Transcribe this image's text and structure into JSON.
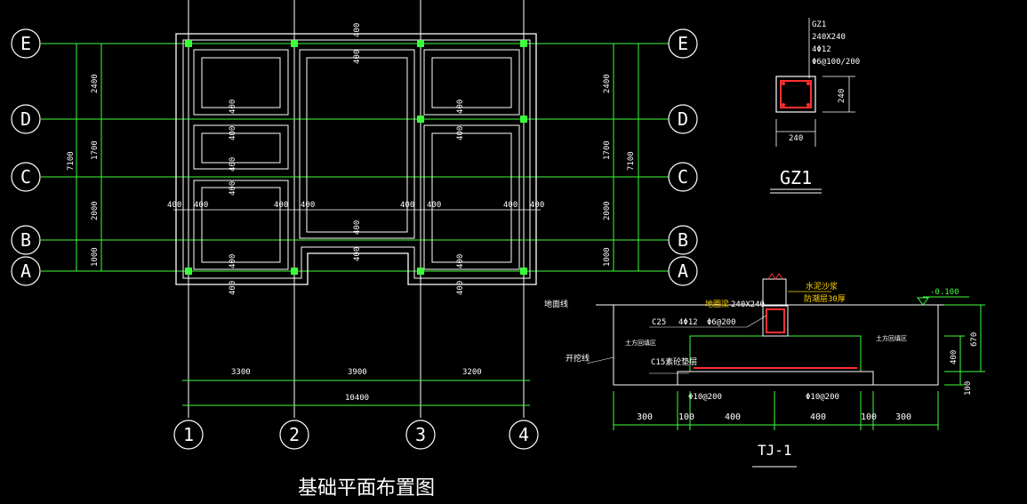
{
  "plan": {
    "title": "基础平面布置图",
    "axes_letters": [
      "E",
      "D",
      "C",
      "B",
      "A"
    ],
    "axes_numbers": [
      "1",
      "2",
      "3",
      "4"
    ],
    "left_dims": [
      "2400",
      "1700",
      "2000",
      "1000"
    ],
    "left_total": "7100",
    "right_dims": [
      "2400",
      "1700",
      "2000",
      "1000"
    ],
    "right_total": "7100",
    "bottom_dims": [
      "3300",
      "3900",
      "3200"
    ],
    "bottom_total": "10400",
    "beam_width_label": "400"
  },
  "column": {
    "header_lines": [
      "GZ1",
      "240X240",
      "4Φ12",
      "Φ6@100/200"
    ],
    "width_dim": "240",
    "height_dim": "240",
    "title": "GZ1"
  },
  "section": {
    "title": "TJ-1",
    "ground_line_label": "地面线",
    "level_label": "-0.100",
    "top_note_1": "水泥沙浆",
    "top_note_2": "防潮层30厚",
    "ring_beam": "地圈梁",
    "ring_beam_size": "240X240",
    "ring_beam_rebar_1": "4Φ12",
    "ring_beam_rebar_2": "Φ6@200",
    "concrete_grade": "C25",
    "left_backfill": "土方回填区",
    "right_backfill": "土方回填区",
    "excavation_line": "开挖线",
    "cushion": "C15素砼垫层",
    "rebar_bottom_left": "Φ10@200",
    "rebar_bottom_right": "Φ10@200",
    "bottom_dims": [
      "300",
      "100",
      "400",
      "400",
      "100",
      "300"
    ],
    "right_dim_400": "400",
    "right_dim_670": "670",
    "right_dim_100": "100"
  }
}
